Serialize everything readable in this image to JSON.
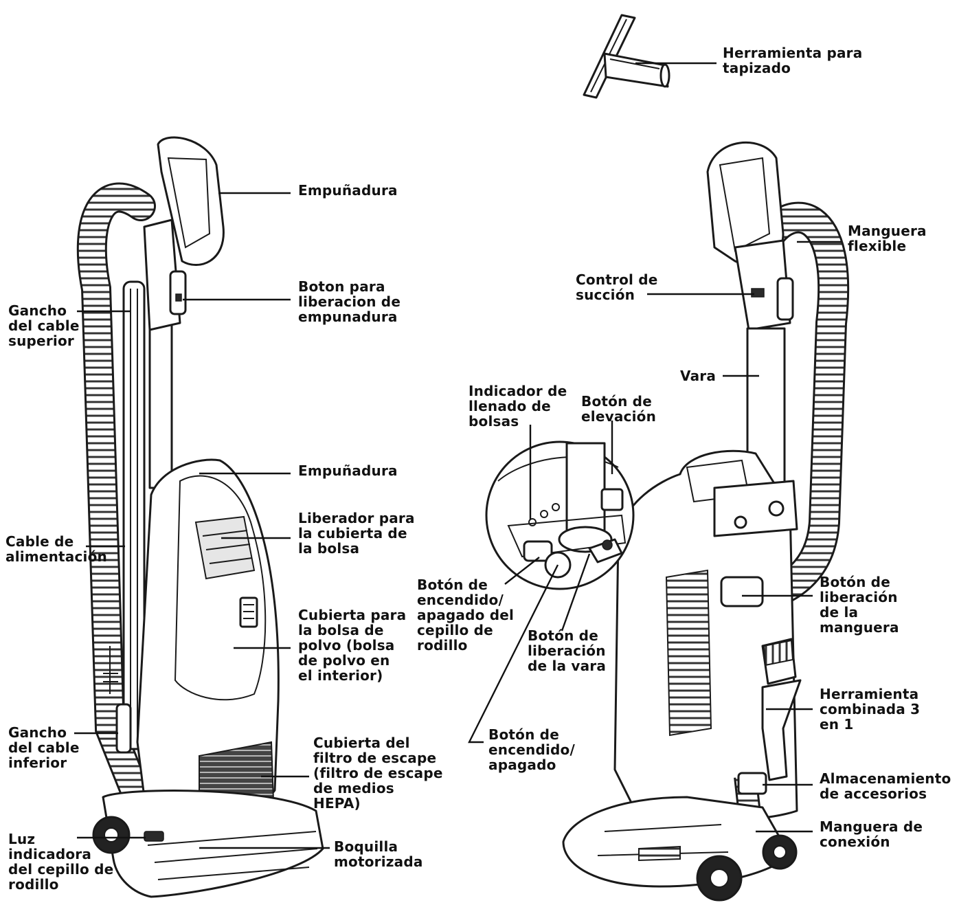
{
  "labels": {
    "upholstery_tool": "Herramienta para\ntapizado",
    "handle_top": "Empuñadura",
    "handle_release": "Boton para\nliberacion de\nempunadura",
    "upper_cord_hook": "Gancho\ndel cable\nsuperior",
    "carry_handle": "Empuñadura",
    "bag_cover_release": "Liberador para\nla cubierta de\nla bolsa",
    "power_cord": "Cable de\nalimentación",
    "dust_bag_cover": "Cubierta para\nla bolsa de\npolvo (bolsa\nde polvo en\nel interior)",
    "lower_cord_hook": "Gancho\ndel cable\ninferior",
    "exhaust_filter_cover": "Cubierta del\nfiltro de escape\n(filtro de escape\nde medios\nHEPA)",
    "brushroll_light": "Luz\nindicadora\ndel cepillo de\nrodillo",
    "power_nozzle": "Boquilla\nmotorizada",
    "bag_full_indicator": "Indicador de\nllenado de\nbolsas",
    "lift_button": "Botón de\nelevación",
    "brushroll_switch": "Botón de\nencendido/\napagado del\ncepillo de\nrodillo",
    "wand_release": "Botón de\nliberación\nde la vara",
    "power_switch": "Botón de\nencendido/\napagado",
    "suction_control": "Control de\nsucción",
    "wand": "Vara",
    "flexible_hose": "Manguera\nflexible",
    "hose_release": "Botón de\nliberación\nde la\nmanguera",
    "combo_tool": "Herramienta\ncombinada 3\nen 1",
    "accessory_storage": "Almacenamiento\nde accesorios",
    "connection_hose": "Manguera de\nconexión"
  },
  "icons": {
    "front_view": "upright-vacuum-front-illustration",
    "rear_view": "upright-vacuum-rear-illustration",
    "detail": "control-panel-magnifier-illustration",
    "tool": "upholstery-tool-illustration"
  }
}
